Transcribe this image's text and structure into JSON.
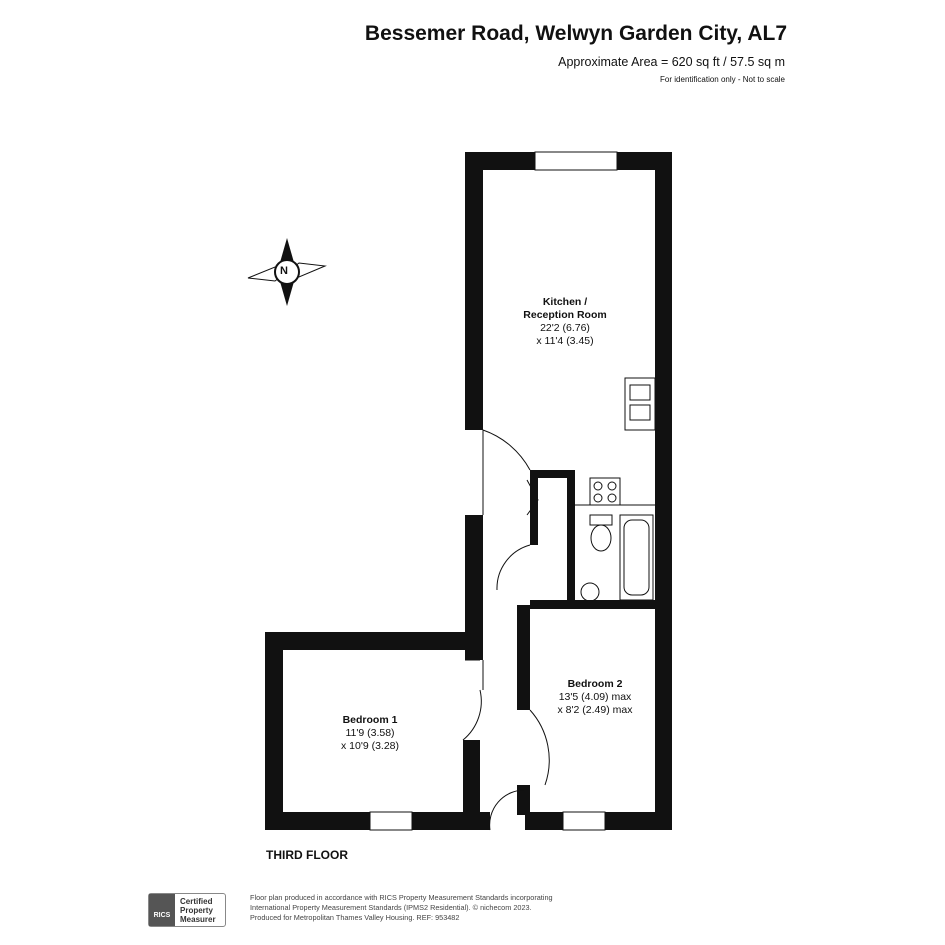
{
  "header": {
    "title": "Bessemer Road, Welwyn Garden City, AL7",
    "area": "Approximate Area = 620 sq ft / 57.5 sq m",
    "disclaimer": "For identification only - Not to scale"
  },
  "compass": {
    "label": "N"
  },
  "rooms": [
    {
      "name": "Kitchen /",
      "name2": "Reception Room",
      "dim1": "22'2 (6.76)",
      "dim2": "x 11'4 (3.45)"
    },
    {
      "name": "Bedroom 1",
      "dim1": "11'9 (3.58)",
      "dim2": "x 10'9 (3.28)"
    },
    {
      "name": "Bedroom 2",
      "dim1": "13'5 (4.09) max",
      "dim2": "x 8'2 (2.49) max"
    }
  ],
  "floor_label": "THIRD FLOOR",
  "footer": {
    "rics_logo": "RICS",
    "badge": [
      "Certified",
      "Property",
      "Measurer"
    ],
    "lines": [
      "Floor plan produced in accordance with RICS Property Measurement Standards incorporating",
      "International Property Measurement Standards (IPMS2 Residential).  © nichecom 2023.",
      "Produced for Metropolitan Thames Valley Housing.   REF:  953482"
    ]
  }
}
